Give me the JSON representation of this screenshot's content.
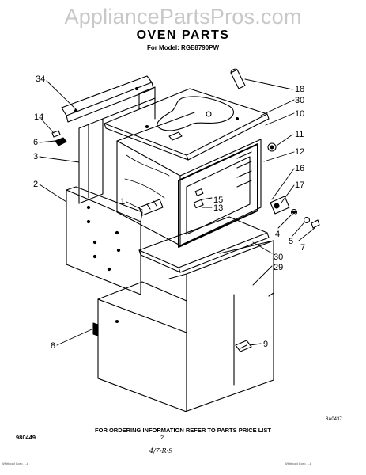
{
  "watermark": "AppliancePartsPros.com",
  "title": "OVEN PARTS",
  "model_line": "For Model: RGE8790PW",
  "callouts": [
    "34",
    "14",
    "6",
    "3",
    "2",
    "1",
    "8",
    "18",
    "30",
    "10",
    "11",
    "12",
    "16",
    "17",
    "15",
    "13",
    "4",
    "5",
    "7",
    "30",
    "29",
    "9"
  ],
  "footer": {
    "ordering_note": "FOR ORDERING INFORMATION REFER TO PARTS PRICE LIST",
    "part_code": "980449",
    "page_number": "2",
    "figure_code": "8A0437",
    "handwritten": "4/7-R-9",
    "tiny_left": "Whirlpool Corp. 1.8",
    "tiny_right": "Whirlpool Corp. 1.8"
  }
}
